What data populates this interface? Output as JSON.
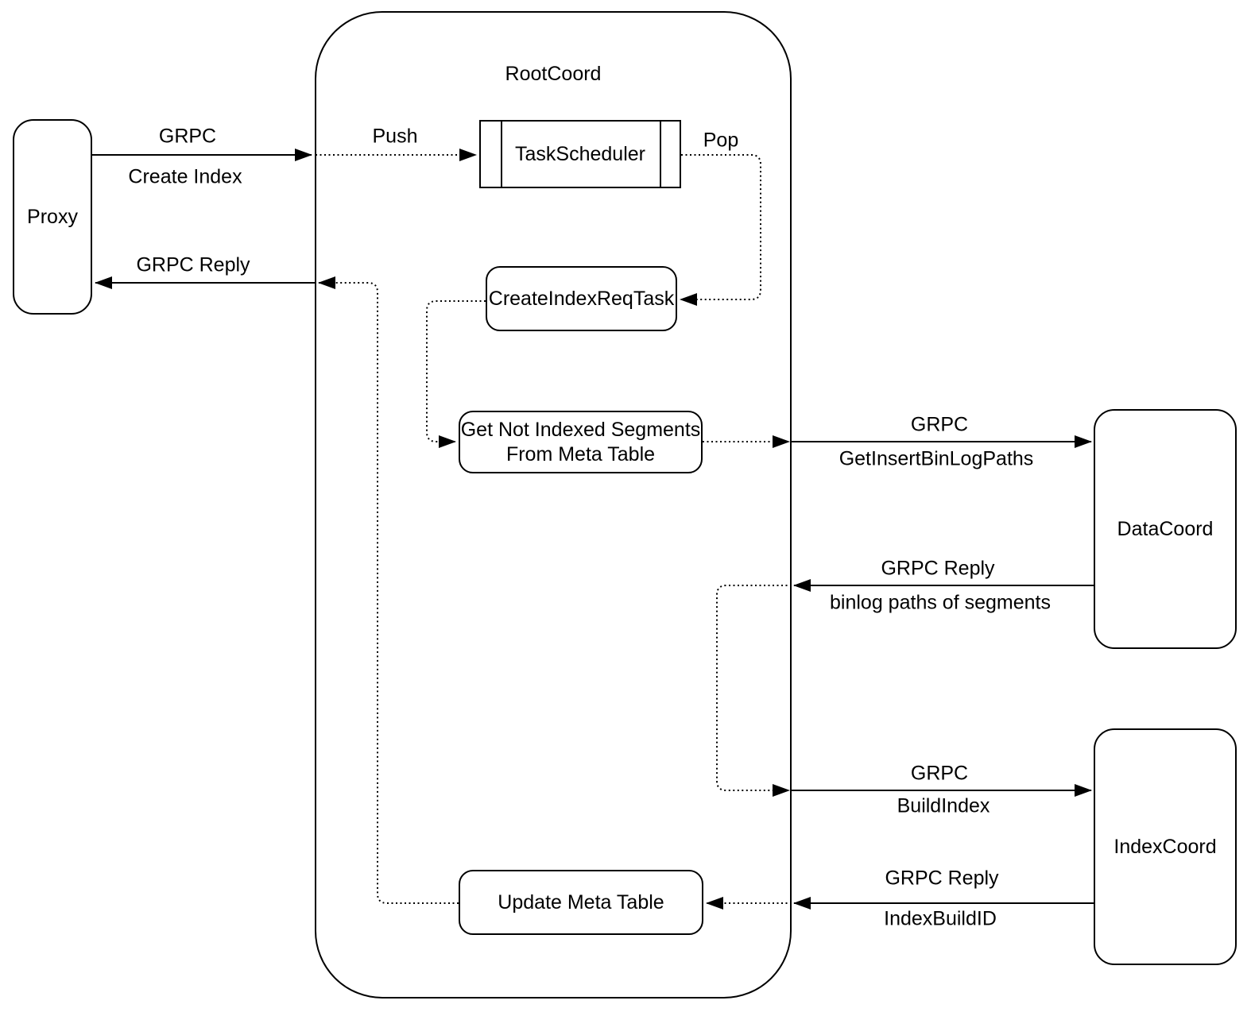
{
  "nodes": {
    "proxy": {
      "label": "Proxy"
    },
    "rootcoord": {
      "label": "RootCoord"
    },
    "taskscheduler": {
      "label": "TaskScheduler"
    },
    "createindexreqtask": {
      "label": "CreateIndexReqTask"
    },
    "get_not_indexed": {
      "line1": "Get Not Indexed Segments",
      "line2": "From Meta Table"
    },
    "update_meta": {
      "label": "Update Meta Table"
    },
    "datacoord": {
      "label": "DataCoord"
    },
    "indexcoord": {
      "label": "IndexCoord"
    }
  },
  "edges": {
    "create_index": {
      "protocol": "GRPC",
      "method": "Create Index"
    },
    "grpc_reply_to_proxy": {
      "protocol": "GRPC Reply"
    },
    "push": {
      "label": "Push"
    },
    "pop": {
      "label": "Pop"
    },
    "get_insert_binlog_paths": {
      "protocol": "GRPC",
      "method": "GetInsertBinLogPaths"
    },
    "binlog_paths_reply": {
      "protocol": "GRPC Reply",
      "method": "binlog paths of segments"
    },
    "build_index": {
      "protocol": "GRPC",
      "method": "BuildIndex"
    },
    "index_build_id_reply": {
      "protocol": "GRPC Reply",
      "method": "IndexBuildID"
    }
  },
  "colors": {
    "stroke": "#000000",
    "background": "#ffffff"
  }
}
